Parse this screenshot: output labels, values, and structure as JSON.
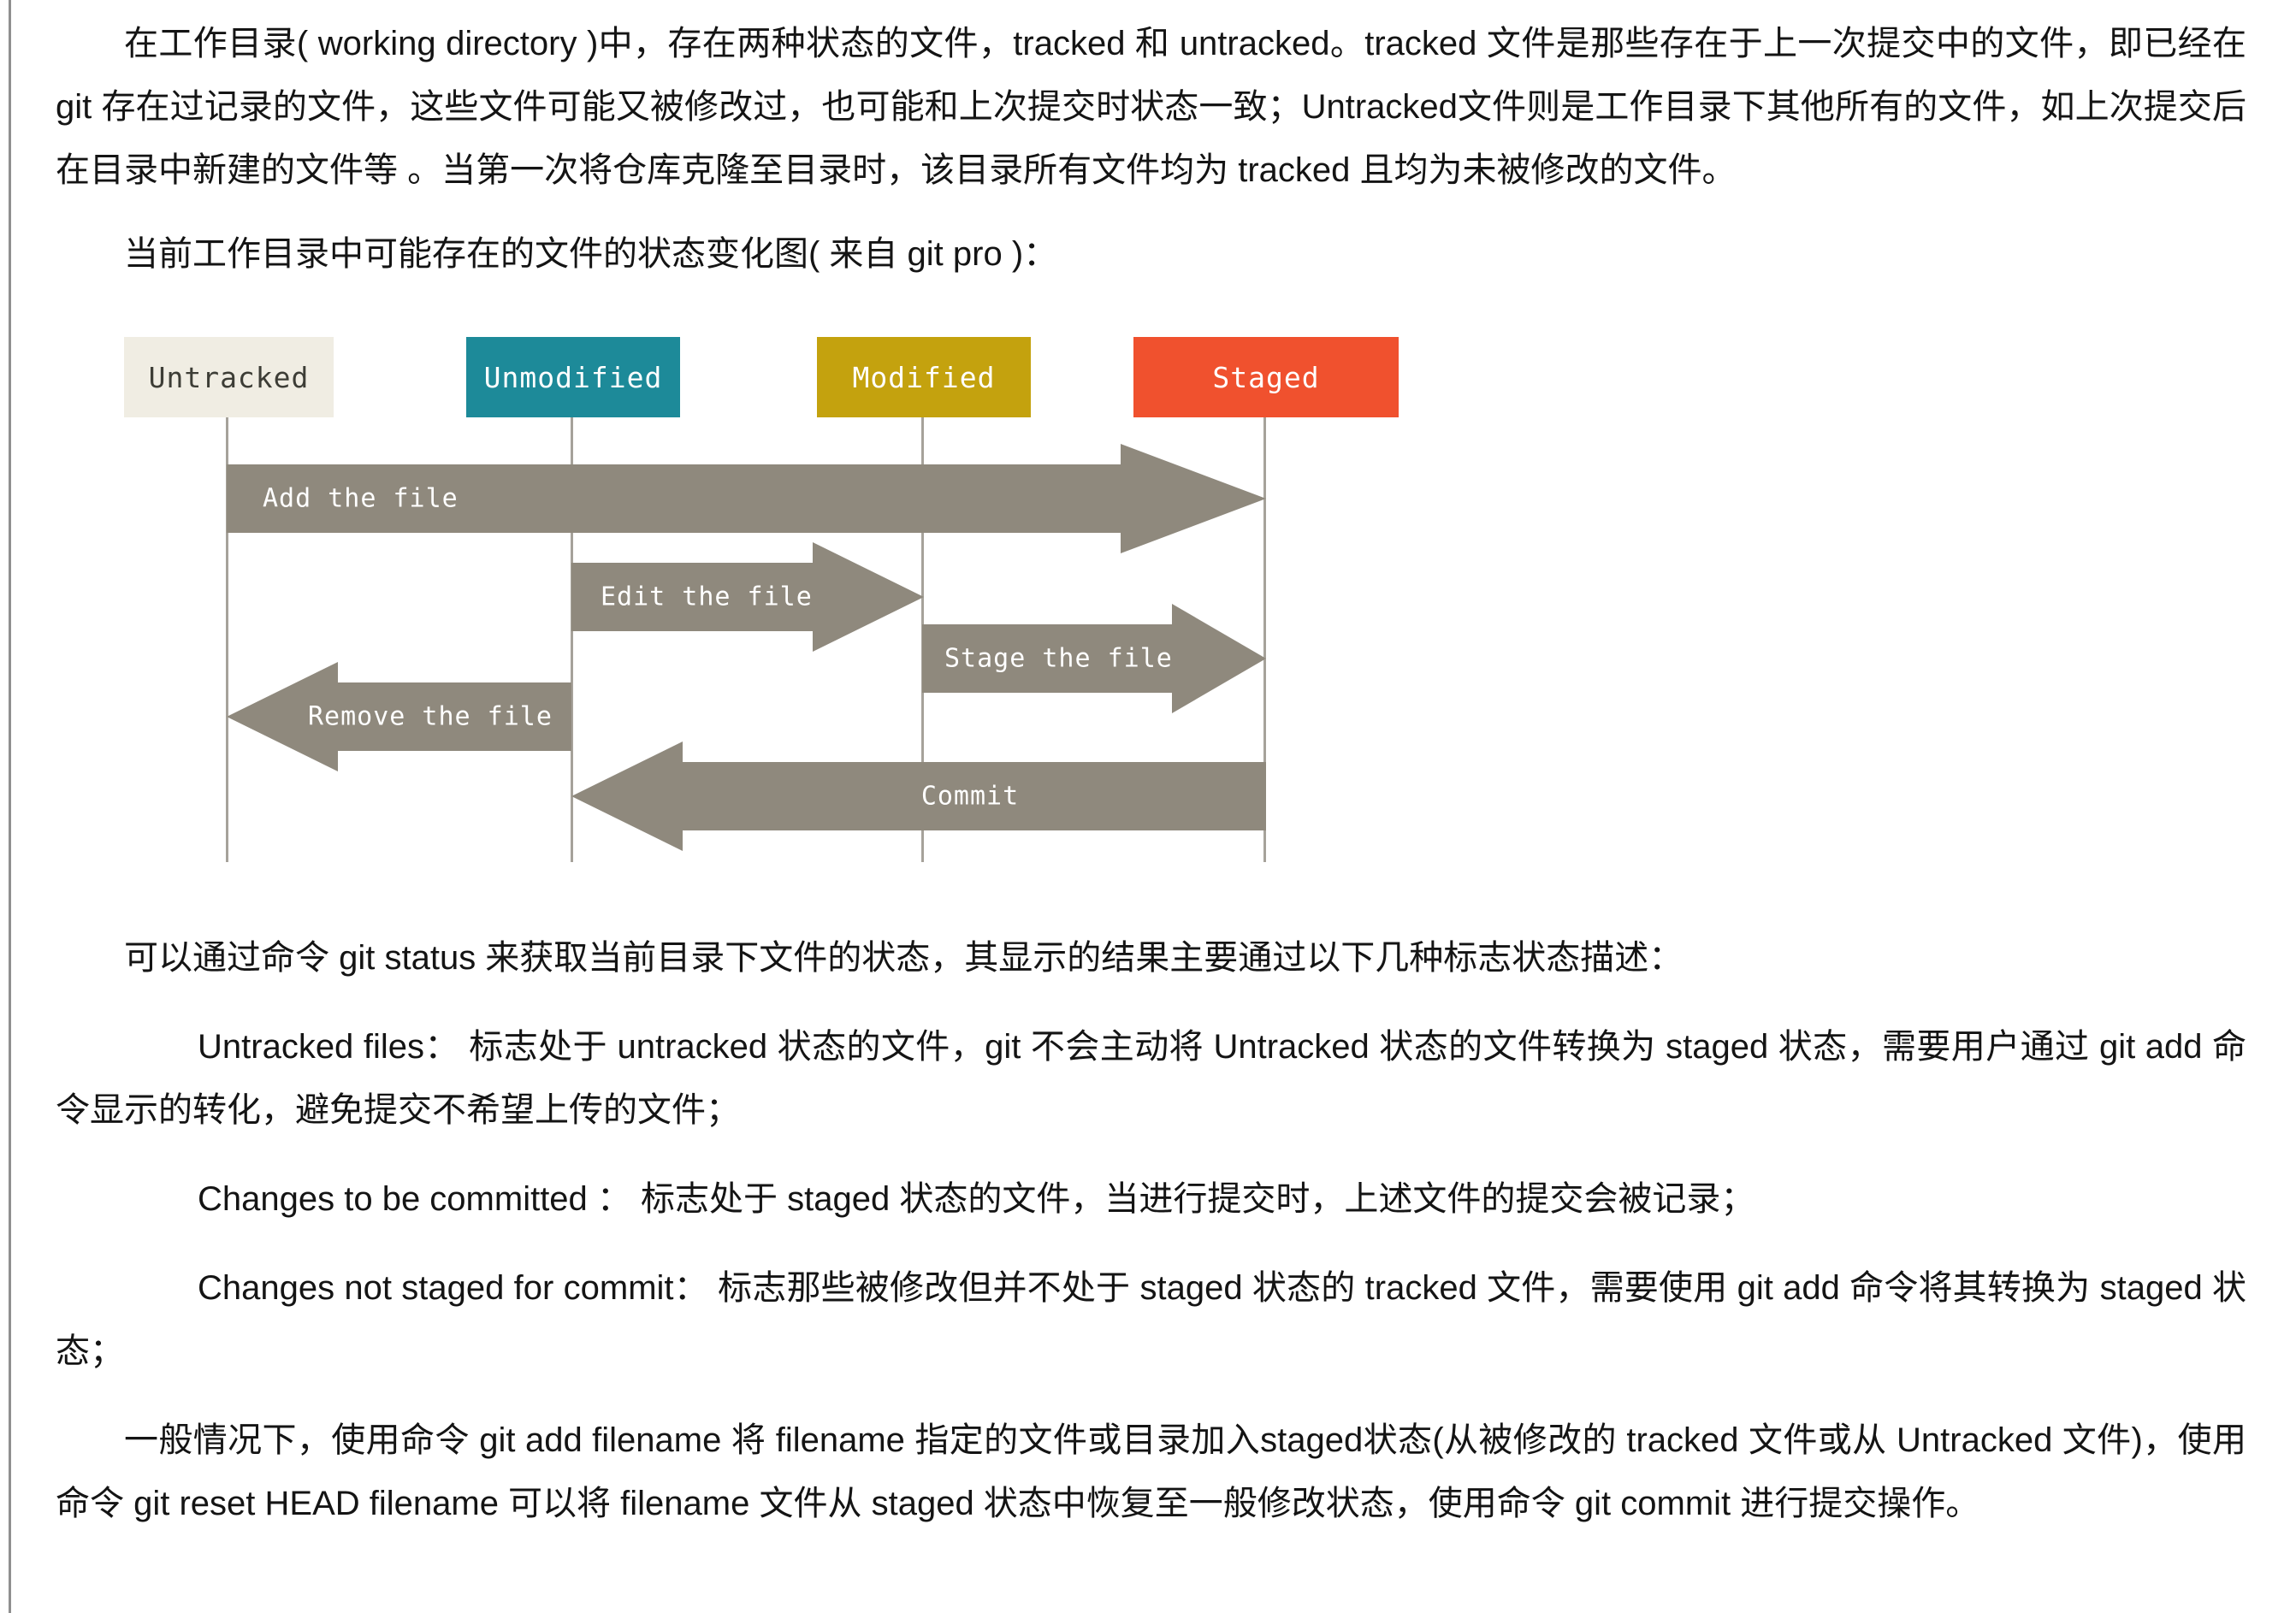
{
  "article": {
    "paragraphs": {
      "p1": "在工作目录( working directory )中，存在两种状态的文件，tracked 和 untracked。tracked 文件是那些存在于上一次提交中的文件，即已经在 git 存在过记录的文件，这些文件可能又被修改过，也可能和上次提交时状态一致；Untracked文件则是工作目录下其他所有的文件，如上次提交后在目录中新建的文件等 。当第一次将仓库克隆至目录时，该目录所有文件均为 tracked 且均为未被修改的文件。",
      "p2": "当前工作目录中可能存在的文件的状态变化图( 来自 git pro )：",
      "p3": "可以通过命令 git status 来获取当前目录下文件的状态，其显示的结果主要通过以下几种标志状态描述：",
      "p4": "Untracked files： 标志处于 untracked 状态的文件，git 不会主动将 Untracked 状态的文件转换为 staged 状态，需要用户通过 git add 命令显示的转化，避免提交不希望上传的文件；",
      "p5": "Changes to be committed ： 标志处于 staged 状态的文件，当进行提交时，上述文件的提交会被记录；",
      "p6": "Changes not staged for commit： 标志那些被修改但并不处于 staged 状态的 tracked 文件，需要使用 git add 命令将其转换为 staged 状态；",
      "p7": "一般情况下，使用命令 git add filename 将 filename 指定的文件或目录加入staged状态(从被修改的 tracked 文件或从 Untracked 文件)，使用命令 git reset HEAD filename 可以将 filename 文件从 staged 状态中恢复至一般修改状态，使用命令 git commit 进行提交操作。"
    },
    "diagram": {
      "title_source": "git pro",
      "arrow_color": "#8f897d",
      "lifeline_color": "#a6a29a",
      "states": [
        {
          "label": "Untracked",
          "bg": "#f0ede3",
          "fg": "#3d3d36"
        },
        {
          "label": "Unmodified",
          "bg": "#1d8a99",
          "fg": "#ffffff"
        },
        {
          "label": "Modified",
          "bg": "#c4a20e",
          "fg": "#ffffff"
        },
        {
          "label": "Staged",
          "bg": "#f0512e",
          "fg": "#ffffff"
        }
      ],
      "arrows": [
        {
          "label": "Add the file",
          "direction": "right",
          "from": "Untracked",
          "to": "Staged"
        },
        {
          "label": "Edit the file",
          "direction": "right",
          "from": "Unmodified",
          "to": "Modified"
        },
        {
          "label": "Stage the file",
          "direction": "right",
          "from": "Modified",
          "to": "Staged"
        },
        {
          "label": "Remove the file",
          "direction": "left",
          "from": "Unmodified",
          "to": "Untracked"
        },
        {
          "label": "Commit",
          "direction": "left",
          "from": "Staged",
          "to": "Unmodified"
        }
      ]
    }
  }
}
